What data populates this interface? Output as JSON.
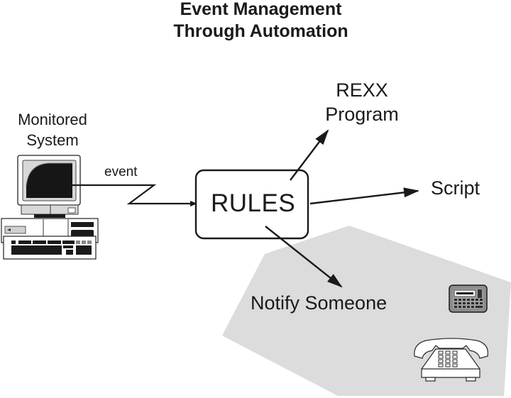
{
  "title": {
    "line1": "Event Management",
    "line2": "Through Automation"
  },
  "nodes": {
    "monitored_system": {
      "line1": "Monitored",
      "line2": "System",
      "icon": "desktop-computer-icon"
    },
    "rules": {
      "label": "RULES"
    },
    "rexx_program": {
      "line1": "REXX",
      "line2": "Program"
    },
    "script": {
      "label": "Script"
    },
    "notify_someone": {
      "label": "Notify Someone",
      "icons": [
        "pager-icon",
        "telephone-icon"
      ]
    }
  },
  "edges": [
    {
      "from": "monitored_system",
      "to": "rules",
      "label": "event",
      "style": "lightning"
    },
    {
      "from": "rules",
      "to": "rexx_program",
      "label": ""
    },
    {
      "from": "rules",
      "to": "script",
      "label": ""
    },
    {
      "from": "rules",
      "to": "notify_someone",
      "label": ""
    }
  ],
  "colors": {
    "ink": "#1a1a1a",
    "notify_region": "#dcdcdc",
    "screen": "#161616",
    "device_gray": "#c8c8c8"
  }
}
